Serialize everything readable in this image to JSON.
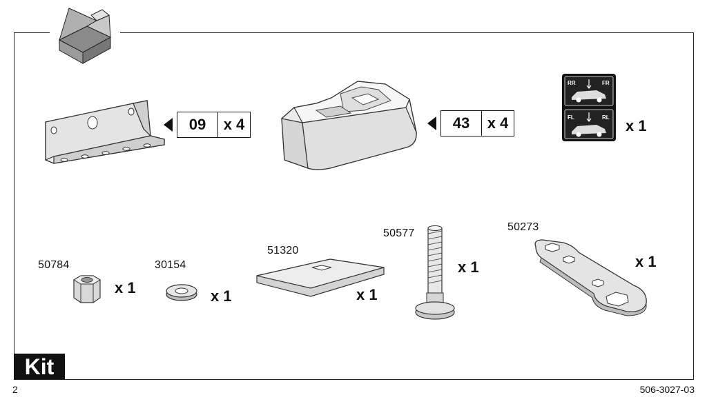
{
  "parts_top": [
    {
      "ref": "09",
      "quantity": "x 4",
      "icon": "bracket-icon"
    },
    {
      "ref": "43",
      "quantity": "x 4",
      "icon": "foot-icon"
    },
    {
      "quantity": "x 1",
      "icon": "position-sticker-icon",
      "sticker_labels": [
        "RR",
        "FR",
        "FL",
        "RL"
      ]
    }
  ],
  "parts_bottom": [
    {
      "code": "50784",
      "quantity": "x 1",
      "icon": "nut-icon"
    },
    {
      "code": "30154",
      "quantity": "x 1",
      "icon": "washer-icon"
    },
    {
      "code": "51320",
      "quantity": "x 1",
      "icon": "plate-icon"
    },
    {
      "code": "50577",
      "quantity": "x 1",
      "icon": "bolt-icon"
    },
    {
      "code": "50273",
      "quantity": "x 1",
      "icon": "wrench-icon"
    }
  ],
  "kit_label": "Kit",
  "footer": {
    "page_number": "2",
    "doc_code": "506-3027-03"
  },
  "header_icon": "open-box-icon"
}
